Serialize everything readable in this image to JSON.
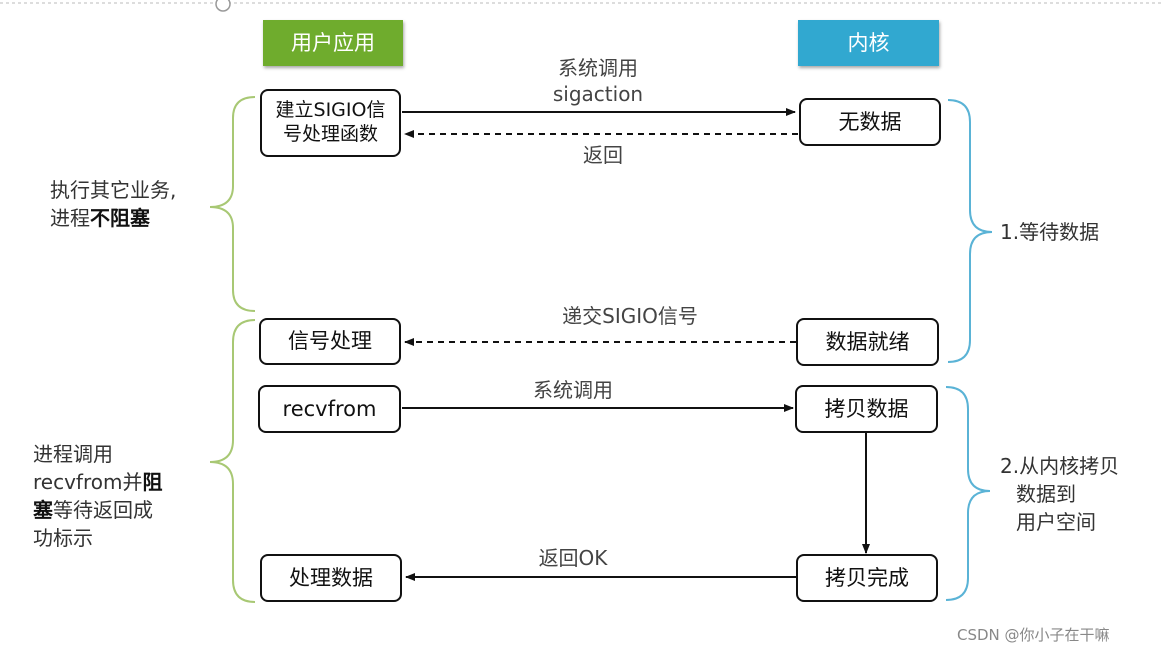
{
  "colors": {
    "user_header": "#6fac2d",
    "kernel_header": "#31a8d0",
    "left_brace": "#a8c874",
    "right_brace": "#5ab3d6",
    "arrow": "#111111"
  },
  "headers": {
    "user": "用户应用",
    "kernel": "内核"
  },
  "user_boxes": {
    "setup_line1": "建立SIGIO信",
    "setup_line2": "号处理函数",
    "signal_handle": "信号处理",
    "recvfrom": "recvfrom",
    "process_data": "处理数据"
  },
  "kernel_boxes": {
    "no_data": "无数据",
    "data_ready": "数据就绪",
    "copy_data": "拷贝数据",
    "copy_done": "拷贝完成"
  },
  "arrows": {
    "syscall_sigaction_line1": "系统调用",
    "syscall_sigaction_line2": "sigaction",
    "return1": "返回",
    "deliver_sigio": "递交SIGIO信号",
    "syscall2": "系统调用",
    "return_ok": "返回OK"
  },
  "left_notes": {
    "top_line1": "执行其它业务,",
    "top_line2_prefix": "进程",
    "top_line2_bold": "不阻塞",
    "bottom_line1": "进程调用",
    "bottom_line2_prefix": "recvfrom并",
    "bottom_line2_bold": "阻",
    "bottom_line3_bold": "塞",
    "bottom_line3_suffix": "等待返回成",
    "bottom_line4": "功标示"
  },
  "right_notes": {
    "phase1": "1.等待数据",
    "phase2_line1": "2.从内核拷贝",
    "phase2_line2": "数据到",
    "phase2_line3": "用户空间"
  },
  "watermark": "CSDN @你小子在干嘛"
}
